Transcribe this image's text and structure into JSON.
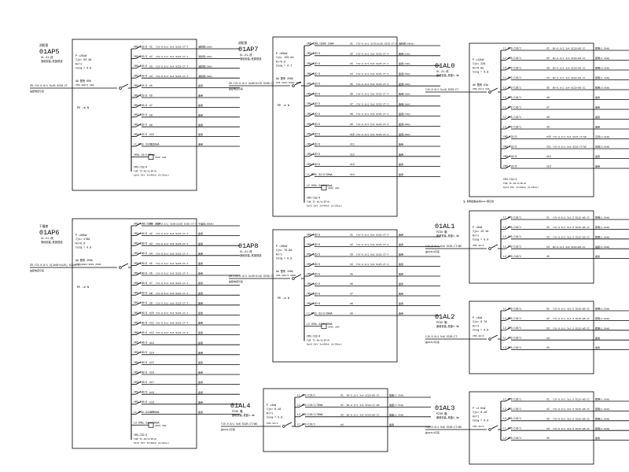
{
  "panels": [
    {
      "id": "01AP5",
      "top_text": "消防泵",
      "sub_text": "XL-21-改",
      "note_text": "落地安装,底部进线",
      "params": [
        "P =25kW",
        "Ijs= 63.3A",
        "Kx=1",
        "Cosφ = 0.8"
      ],
      "main_breaker": "AA 塑壳 80A",
      "incoming": "ZR-YJV-0.6/1 5x25 SC50-CT",
      "incoming_note": "由配电室引来",
      "main_switch": "CM3-100/3 80A",
      "outgoing": [
        {
          "breaker": "CM3-225/3",
          "circuit": "n1",
          "spec": "YJV-0.6/1 5x4 SC25-CT-F",
          "load": "消防泵(1kW)"
        },
        {
          "breaker": "CM3-225/3",
          "circuit": "n2",
          "spec": "YJV-0.6/1 5x4 SC25-CT-F",
          "load": "消防泵(2kW)"
        },
        {
          "breaker": "CM3-225/3",
          "circuit": "n3",
          "spec": "YJV-0.6/1 5x4 SC25-CT-F",
          "load": "消防泵(3kW)"
        },
        {
          "breaker": "CM3-225/3",
          "circuit": "n4",
          "spec": "YJV-0.6/1 5x4 SC25-CT-F",
          "load": "消防泵(4kW)"
        },
        {
          "breaker": "CM3-225/3",
          "circuit": "n5",
          "spec": "",
          "load": "备用"
        },
        {
          "breaker": "CM3-225/3",
          "circuit": "n6",
          "spec": "",
          "load": "备用"
        },
        {
          "breaker": "CM3-225/3",
          "circuit": "n7",
          "spec": "",
          "load": "备用"
        },
        {
          "breaker": "CM3-225/3",
          "circuit": "n8",
          "spec": "",
          "load": "备用"
        },
        {
          "breaker": "CM3-225/3",
          "circuit": "n9",
          "spec": "",
          "load": "备用"
        },
        {
          "breaker": "CM3-225/3",
          "circuit": "n10",
          "spec": "",
          "load": "备用"
        },
        {
          "breaker": "L1 CM3L-32/3/30mA",
          "circuit": "n11",
          "spec": "",
          "load": "备用"
        }
      ],
      "spd": "CM3L-32/2/30mA",
      "spd_note": "250V 10A",
      "surge": "CM3-C32/4",
      "surge_note": "TUR TI-40/8/3P+N",
      "surge_note2": "Up=2.5kV In=40kA (8/20us)",
      "meter": "PE —⊕ N"
    },
    {
      "id": "01AP6",
      "top_text": "干燥房",
      "sub_text": "XL-21-改",
      "note_text": "落地安装,底部进线",
      "params": [
        "P =80kW",
        "Ijs= 178A",
        "Kx=0.9",
        "Cosφ = 0.8"
      ],
      "main_breaker": "AA 塑壳 250A",
      "incoming": "ZR-YJV-0.6/1 3(3x50+2x25) SC100-CT",
      "incoming_note": "由配电室引来",
      "main_switch": "CM3-400C/3200 250A",
      "outgoing": [
        {
          "breaker": "CM3-400C/3200 250A",
          "circuit": "n1",
          "spec": "YJV-0.6/1 3x95+2x50 SC80-CT-F",
          "load": "干燥房(80kW)"
        },
        {
          "breaker": "CM3-100/3",
          "circuit": "n2",
          "spec": "YJV-0.6/1 5x6 SC25-CT-F",
          "load": "备用"
        },
        {
          "breaker": "CM3-100/3",
          "circuit": "n3",
          "spec": "YJV-0.6/1 5x6 SC25-CT-F",
          "load": "备用"
        },
        {
          "breaker": "CM3-100/3",
          "circuit": "n4",
          "spec": "YJV-0.6/1 5x6 SC25-CT-F",
          "load": "备用"
        },
        {
          "breaker": "CM3-100/3",
          "circuit": "n5",
          "spec": "YJV-0.6/1 5x6 SC25-CT-F",
          "load": "备用"
        },
        {
          "breaker": "CM3-100/3",
          "circuit": "n6",
          "spec": "YJV-0.6/1 5x6 SC25-CT-F",
          "load": "备用"
        },
        {
          "breaker": "CM3-100/3",
          "circuit": "n7",
          "spec": "YJV-0.6/1 5x6 SC25-CT-F",
          "load": "备用"
        },
        {
          "breaker": "CM3-100/3",
          "circuit": "n8",
          "spec": "YJV-0.6/1 5x6 SC25-CT-F",
          "load": "备用"
        },
        {
          "breaker": "CM3-100/3",
          "circuit": "n9",
          "spec": "YJV-0.6/1 5x6 SC25-CT-F",
          "load": "备用"
        },
        {
          "breaker": "CM3-100/3",
          "circuit": "n10",
          "spec": "YJV-0.6/1 5x6 SC25-CT-F",
          "load": "备用"
        },
        {
          "breaker": "CM3-100/3",
          "circuit": "n11",
          "spec": "YJV-0.6/1 5x6 SC25-CT-F",
          "load": "备用"
        },
        {
          "breaker": "CM3-100/3",
          "circuit": "n12",
          "spec": "YJV-0.6/1 5x6 SC25-CT-F",
          "load": "备用"
        },
        {
          "breaker": "CM3-100/3",
          "circuit": "n13",
          "spec": "",
          "load": "备用"
        },
        {
          "breaker": "CM3-100/3",
          "circuit": "n14",
          "spec": "",
          "load": "备用"
        },
        {
          "breaker": "CM3-100/3",
          "circuit": "n15",
          "spec": "",
          "load": "备用"
        },
        {
          "breaker": "CM3-100/3",
          "circuit": "n16",
          "spec": "",
          "load": "备用"
        },
        {
          "breaker": "CM3-100/3",
          "circuit": "n17",
          "spec": "",
          "load": "备用"
        },
        {
          "breaker": "CM3-100/3",
          "circuit": "n18",
          "spec": "",
          "load": "备用"
        },
        {
          "breaker": "CM3-100/3",
          "circuit": "n19",
          "spec": "",
          "load": "备用"
        },
        {
          "breaker": "L1 CM3L-32/2/30mA",
          "circuit": "n20",
          "spec": "",
          "load": "备用"
        }
      ],
      "spd": "L3 CM3L-32/2/30mA",
      "spd_note": "250V 16A",
      "surge": "CM3-C32/4",
      "surge_note": "TUR TI-40/8/3P+N",
      "surge_note2": "Up=2.5kV In=40kA (8/20us)",
      "meter": "PE —⊕ N"
    },
    {
      "id": "01AP7",
      "top_text": "消防泵",
      "sub_text": "XL-21-改",
      "note_text": "落地安装,底部进线",
      "params": [
        "P =80kW",
        "Ijs= 150.3A",
        "Kx=0.9",
        "Cosφ = 0.7"
      ],
      "main_breaker": "AA 塑壳 200A",
      "incoming": "ZR-YJV-0.6/1 3x95+2x70 SC80-CT",
      "incoming_note": "由配电室引来",
      "main_switch": "CM3-160L/3300 200A",
      "outgoing": [
        {
          "breaker": "CM3-160L/3300 160A",
          "circuit": "n1",
          "spec": "YJV-0.6/1 3x70+2x35 SC70-CT-F",
          "load": "消防泵(45kW)"
        },
        {
          "breaker": "CM3-32D/3",
          "circuit": "n2",
          "spec": "YJV-0.6/1 5x6 SC25-CT-F",
          "load": "备用(1kW)"
        },
        {
          "breaker": "CM3-32D/3",
          "circuit": "n3",
          "spec": "YJV-0.6/1 5x6 SC25-CT-F",
          "load": "备用(2kW)"
        },
        {
          "breaker": "CM3-32D/3",
          "circuit": "n4",
          "spec": "YJV-0.6/1 5x6 SC25-CT-F",
          "load": "备用(3kW)"
        },
        {
          "breaker": "CM3-32D/3",
          "circuit": "n5",
          "spec": "YJV-0.6/1 5x6 SC25-CT-F",
          "load": "备用(4kW)"
        },
        {
          "breaker": "CM3-32D/3",
          "circuit": "n6",
          "spec": "YJV-0.6/1 5x6 SC25-CT-F",
          "load": "备用(5kW)"
        },
        {
          "breaker": "CM3-32D/3",
          "circuit": "n7",
          "spec": "YJV-0.6/1 5x6 SC25-CT-F",
          "load": "备用(6kW)"
        },
        {
          "breaker": "CM3-32D/3",
          "circuit": "n8",
          "spec": "YJV-0.6/1 5x6 SC25-CT-F",
          "load": "备用(7kW)"
        },
        {
          "breaker": "CM3-32D/3",
          "circuit": "n9",
          "spec": "YJV-0.6/1 5x6 SC25-CT-F",
          "load": "备用(8kW)"
        },
        {
          "breaker": "CM3-32D/3",
          "circuit": "n10",
          "spec": "YJV-0.6/1 5x6 SC25-CT-F",
          "load": "备用(9kW)"
        },
        {
          "breaker": "CM3-32D/3",
          "circuit": "n11",
          "spec": "",
          "load": "备用"
        },
        {
          "breaker": "CM3-32D/3",
          "circuit": "n12",
          "spec": "",
          "load": "备用"
        },
        {
          "breaker": "CM3-32D/3",
          "circuit": "n13",
          "spec": "",
          "load": "备用"
        },
        {
          "breaker": "L1 CM3L-32/2/30mA",
          "circuit": "n14",
          "spec": "",
          "load": "备用"
        }
      ],
      "spd": "L3 CM3L-32/2/30mA",
      "spd_note": "250V 16A",
      "surge": "CM3-C32/4",
      "surge_note": "TUR TI-40/8/3P+N",
      "surge_note2": "Up=2.5kV In=40kA (8/20us)",
      "meter": "PE —⊕ N"
    },
    {
      "id": "01AP8",
      "top_text": "",
      "sub_text": "XL-21-改",
      "note_text": "落地安装,底部进线",
      "params": [
        "P =30kW",
        "Ijs= 76.6A",
        "Kx=1",
        "Cosφ = 0.8"
      ],
      "main_breaker": "AA 塑壳 100A",
      "incoming": "ZR-YJV-0.6/1 3x35+2x16 SC50-CT",
      "incoming_note": "由配电室引来",
      "main_switch": "CM3-100/3 100A",
      "outgoing": [
        {
          "breaker": "CM3-32D/3",
          "circuit": "n1",
          "spec": "YJV-0.6/1 5x6 SC25-CT-F",
          "load": "备用"
        },
        {
          "breaker": "CM3-32D/3",
          "circuit": "n2",
          "spec": "YJV-0.6/1 5x6 SC25-CT-F",
          "load": "备用"
        },
        {
          "breaker": "CM3-32D/3",
          "circuit": "n3",
          "spec": "YJV-0.6/1 5x6 SC25-CT-F",
          "load": "备用"
        },
        {
          "breaker": "CM3-32D/3",
          "circuit": "n4",
          "spec": "YJV-0.6/1 5x6 SC25-CT-F",
          "load": "备用"
        },
        {
          "breaker": "CM3-32D/3",
          "circuit": "n5",
          "spec": "",
          "load": "备用"
        },
        {
          "breaker": "CM3-32D/3",
          "circuit": "n6",
          "spec": "",
          "load": "备用"
        },
        {
          "breaker": "CM3-32D/3",
          "circuit": "n7",
          "spec": "",
          "load": "备用"
        },
        {
          "breaker": "CM3-32D/3",
          "circuit": "n8",
          "spec": "",
          "load": "备用"
        },
        {
          "breaker": "L1 CM3L-32/2/30mA",
          "circuit": "n9",
          "spec": "",
          "load": "备用"
        }
      ],
      "spd": "L3 CM3L-32/2/30mA",
      "spd_note": "250V 16A",
      "surge": "CM3-C32/4",
      "surge_note": "TUR TI-40/8/3P+N",
      "surge_note2": "Up=2.5kV In=40kA (8/20us)",
      "meter": "PE —⊕ N"
    },
    {
      "id": "01AL0",
      "top_text": "",
      "sub_text": "XL-21-改",
      "note_text": "嵌墙安装,底距1.4m",
      "params": [
        "P =12kW",
        "Ijs= 22A",
        "Kx=0.85",
        "Cosφ = 0.8"
      ],
      "main_breaker": "AA 塑壳 63A",
      "incoming": "YJV-0.6/1 5x16 SC50-CT",
      "incoming_note": "",
      "main_switch": "CM3-63/3 63A",
      "outgoing": [
        {
          "breaker": "L1 CM3-C16/1",
          "circuit": "n1",
          "spec": "BV-0.6/1 3x4 SC20-WS-CC",
          "load": "照明(1.0kW)"
        },
        {
          "breaker": "L2 CM3-C16/1",
          "circuit": "n2",
          "spec": "BV-0.6/1 3x4 SC20-WS-CC",
          "load": "照明(1.2kW)"
        },
        {
          "breaker": "L3 CM3-C16/1",
          "circuit": "n3",
          "spec": "BV-0.6/1 3x4 SC20-WS-CC",
          "load": "照明(0.8kW)"
        },
        {
          "breaker": "L1 CM3-C16/1",
          "circuit": "n4",
          "spec": "BV-0.6/1 3x4 SC20-WS-CC",
          "load": "照明(1.1kW)"
        },
        {
          "breaker": "L2 CM3-C16/1",
          "circuit": "n5",
          "spec": "BV-0.6/1 3x4 SC20-WS-CC",
          "load": "照明(0.9kW)"
        },
        {
          "breaker": "L3 CM3-C16/1",
          "circuit": "n6",
          "spec": "",
          "load": "备用"
        },
        {
          "breaker": "L1 CM3-C16/1",
          "circuit": "n7",
          "spec": "",
          "load": "备用"
        },
        {
          "breaker": "L2 CM3-C16/1",
          "circuit": "n8",
          "spec": "",
          "load": "备用"
        },
        {
          "breaker": "L3 CM3-C16/1",
          "circuit": "n9",
          "spec": "",
          "load": "备用"
        },
        {
          "breaker": "CM3-C32/3",
          "circuit": "n10",
          "spec": "YJV-0.6/1 5x6 SC25-CT/WC",
          "load": "空调(3.0kW)"
        },
        {
          "breaker": "CM3-C32/3",
          "circuit": "n11",
          "spec": "YJV-0.6/1 5x6 SC25-CT/WC",
          "load": "空调(3.0kW)"
        },
        {
          "breaker": "CM3-C32/3",
          "circuit": "n12",
          "spec": "",
          "load": "备用"
        },
        {
          "breaker": "CM3-C32/3",
          "circuit": "n13",
          "spec": "",
          "load": "备用"
        }
      ],
      "spd": "",
      "spd_note": "",
      "surge": "CM3-C32/4",
      "surge_note": "TUR TI-40/8/3P+N",
      "surge_note2": "Up=2.5kV In=40kA (8/20us)",
      "footer": "注:照明回路采用4mm²铜芯线",
      "meter": ""
    },
    {
      "id": "01AL1",
      "top_text": "",
      "sub_text": "PZ30 箱",
      "note_text": "嵌墙安装,底距1.4m",
      "params": [
        "P =6kW",
        "Ijs= 10.1A",
        "Kx=1",
        "Cosφ = 0.9"
      ],
      "main_breaker": "",
      "incoming": "YJV-0.6/1 5x6 SC20-CT/WS",
      "incoming_note": "由01AL0引来",
      "main_switch": "CM3-32/3",
      "outgoing": [
        {
          "breaker": "L1 CM3-C16/1",
          "circuit": "n1",
          "spec": "YJV-0.6/1 3x2.5 SC15-WS-CC",
          "load": "照明(1.0kW)"
        },
        {
          "breaker": "L2 CM3-C16/1",
          "circuit": "n2",
          "spec": "YJV-0.6/1 3x2.5 SC15-WS-CC",
          "load": "照明(1.0kW)"
        },
        {
          "breaker": "L3 CM3-C16/1",
          "circuit": "n3",
          "spec": "YJV-0.6/1 3x2.5 SC15-WS-CC",
          "load": "照明(1.0kW)"
        },
        {
          "breaker": "L1 CM3-C16/1",
          "circuit": "n4",
          "spec": "BV-0.6/1 3x4 SC20-WS-CC",
          "load": "插座(1.5kW)"
        },
        {
          "breaker": "L2 CM3-C16/1",
          "circuit": "n5",
          "spec": "",
          "load": "备用"
        }
      ],
      "spd": "",
      "spd_note": "",
      "surge": "",
      "surge_note": "",
      "surge_note2": "",
      "meter": ""
    },
    {
      "id": "01AL2",
      "top_text": "",
      "sub_text": "PZ30 箱",
      "note_text": "嵌墙安装,底距1.4m",
      "params": [
        "P =4kW",
        "Ijs= 6.7A",
        "Kx=1",
        "Cosφ = 0.9"
      ],
      "main_breaker": "",
      "incoming": "YJV-0.6/1 5x6 SC20-CT",
      "incoming_note": "由01AL0引来",
      "main_switch": "CM3-32/3",
      "outgoing": [
        {
          "breaker": "L1 CM3-C16/1",
          "circuit": "n1",
          "spec": "YJV-0.6/1 3x2.5 SC15-WS-CC",
          "load": "照明(1.0kW)"
        },
        {
          "breaker": "L2 CM3-C16/1",
          "circuit": "n2",
          "spec": "YJV-0.6/1 3x2.5 SC15-WS-CC",
          "load": "照明(1.0kW)"
        },
        {
          "breaker": "L3 CM3-C16/1",
          "circuit": "n3",
          "spec": "YJV-0.6/1 3x2.5 SC15-WS-CC",
          "load": "照明(1.0kW)"
        },
        {
          "breaker": "L1 CM3-C16/1",
          "circuit": "n4",
          "spec": "",
          "load": "备用"
        },
        {
          "breaker": "L2 CM3-C16/1",
          "circuit": "n5",
          "spec": "",
          "load": "备用"
        }
      ],
      "spd": "",
      "spd_note": "",
      "surge": "",
      "surge_note": "",
      "surge_note2": "",
      "meter": ""
    },
    {
      "id": "01AL3",
      "top_text": "",
      "sub_text": "PZ30 箱",
      "note_text": "嵌墙安装,底距1.4m",
      "params": [
        "P =4.5kW",
        "Ijs= 8.1A",
        "Kx=1",
        "Cosφ = 0.9"
      ],
      "main_breaker": "",
      "incoming": "YJV-0.6/1 5x6 SC20-CT/WS",
      "incoming_note": "由01AL0引来",
      "main_switch": "CM3-32/3",
      "outgoing": [
        {
          "breaker": "L1 CM3-C16/1",
          "circuit": "n1",
          "spec": "YJV-0.6/1 3x2.5 SC15-WS-CC",
          "load": "照明(1.0kW)"
        },
        {
          "breaker": "L2 CM3-C16/1",
          "circuit": "n2",
          "spec": "YJV-0.6/1 3x2.5 SC15-WS-CC",
          "load": "照明(1.0kW)"
        },
        {
          "breaker": "L3 CM3-C16/1",
          "circuit": "n3",
          "spec": "YJV-0.6/1 3x2.5 SC15-WS-CC",
          "load": "照明(1.0kW)"
        },
        {
          "breaker": "L1 CM3-C16/1",
          "circuit": "n4",
          "spec": "YJV-0.6/1 3x2.5 SC15-WS-CC",
          "load": "照明(1.0kW)"
        },
        {
          "breaker": "L2 CM3-C16/1",
          "circuit": "n5",
          "spec": "",
          "load": "备用"
        }
      ],
      "spd": "",
      "spd_note": "",
      "surge": "",
      "surge_note": "",
      "surge_note2": "",
      "meter": ""
    },
    {
      "id": "01AL4",
      "top_text": "",
      "sub_text": "PZ30 箱",
      "note_text": "嵌墙安装,底距1.4m",
      "params": [
        "P =4kW",
        "Ijs= 6.1A",
        "Kx=1",
        "Cosφ = 0.9"
      ],
      "main_breaker": "",
      "incoming": "YJV-0.6/1 5x6 SC20-CT/WS",
      "incoming_note": "由01AL0引来",
      "main_switch": "CM3-32/3",
      "outgoing": [
        {
          "breaker": "L1 CM3-C16/1",
          "circuit": "n1",
          "spec": "BV-0.6/1 3x4 SC20-WS-CC",
          "load": "插座(1.5kW)"
        },
        {
          "breaker": "L2 CM3-C16/1/30mA",
          "circuit": "n2",
          "spec": "BV-0.6/1 3x4 SC20-CC-WS",
          "load": "插座(1.5kW)"
        },
        {
          "breaker": "L3 CM3-C16/1/30mA",
          "circuit": "n3",
          "spec": "BV-0.6/1 3x4 SC20-WS-CC",
          "load": "插座(1.0kW)"
        },
        {
          "breaker": "L1 CM3-C16/1",
          "circuit": "n4",
          "spec": "",
          "load": "备用"
        }
      ],
      "spd": "",
      "spd_note": "",
      "surge": "",
      "surge_note": "",
      "surge_note2": "",
      "meter": ""
    }
  ]
}
